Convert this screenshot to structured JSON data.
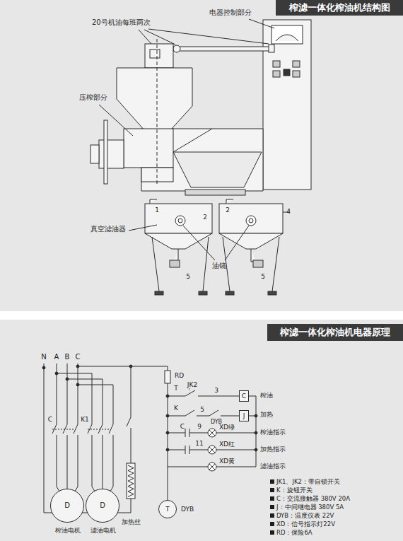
{
  "diagram": {
    "nodes": [
      {
        "text": [
          "榨滤一体化榨油机结构图"
        ]
      },
      {
        "text": [
          "榨滤一体化榨油机电器原理"
        ]
      },
      {
        "text": [
          "C"
        ]
      },
      {
        "text": [
          "J"
        ]
      },
      {
        "text": [
          "D",
          "榨油电机"
        ]
      },
      {
        "text": [
          "D",
          "滤油电机"
        ]
      },
      {
        "text": [
          "T",
          "DYB"
        ]
      }
    ],
    "labels": [
      "20号机油每班两次",
      "电器控制部分",
      "压榨部分",
      "真空滤油器",
      "油镜",
      "1",
      "2",
      "2",
      "4",
      "5",
      "5",
      "N",
      "A",
      "B",
      "C",
      "C",
      "K1",
      "加热丝",
      "RD",
      "T",
      "JK2",
      "3",
      "榨油",
      "K",
      "5",
      "DYB",
      "加热",
      "C",
      "9",
      "XD绿",
      "榨油指示",
      "11",
      "XD红",
      "加热指示",
      "XD黄",
      "滤油指示"
    ],
    "legend": [
      {
        "text": "JK1、JK2：带自锁开关",
        "color": "#1e1e1e"
      },
      {
        "text": "K：旋钮开关",
        "color": "#1e1e1e"
      },
      {
        "text": "C：交流接触器 380V 20A",
        "color": "#1e1e1e"
      },
      {
        "text": "J：中间继电器 380V 5A",
        "color": "#1e1e1e"
      },
      {
        "text": "DYB：温度仪表 22V",
        "color": "#1e1e1e"
      },
      {
        "text": "XD：信号指示灯22V",
        "color": "#1e1e1e"
      },
      {
        "text": "RD：保险6A",
        "color": "#1e1e1e"
      }
    ]
  }
}
